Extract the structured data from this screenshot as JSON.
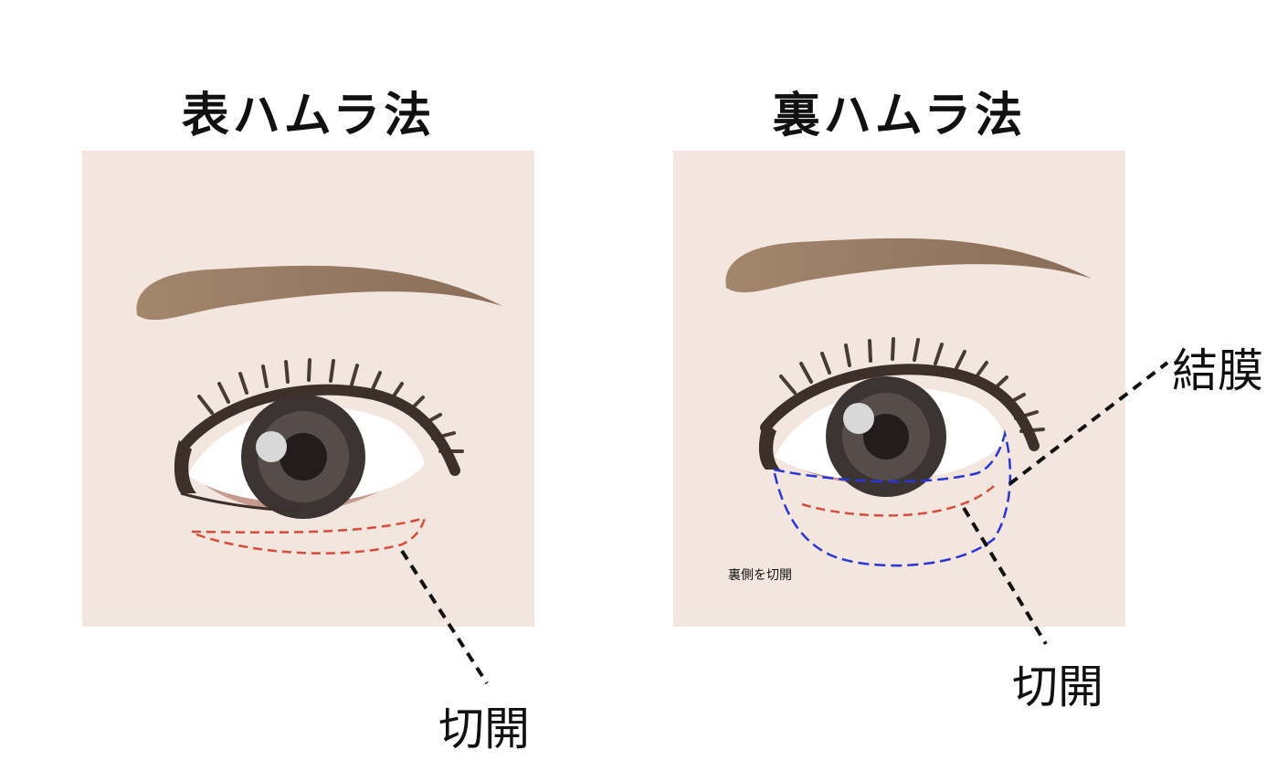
{
  "titles": {
    "left": "表ハムラ法",
    "right": "裏ハムラ法"
  },
  "labels": {
    "incision_left": "切開",
    "incision_right": "切開",
    "conjunctiva": "結膜",
    "inner_side_incision": "裏側を切開"
  },
  "colors": {
    "skin": "#f2e6df",
    "brow": "#97775f",
    "eyelash": "#4a3a34",
    "iris_outer": "#3b3433",
    "iris_mid": "#564c4a",
    "pupil": "#221c1c",
    "highlight": "#d8d8d8",
    "lower_lid": "#c69a8c",
    "incision_red": "#d84a3a",
    "conjunctiva_blue": "#2a35d8",
    "pointer": "#111111"
  }
}
